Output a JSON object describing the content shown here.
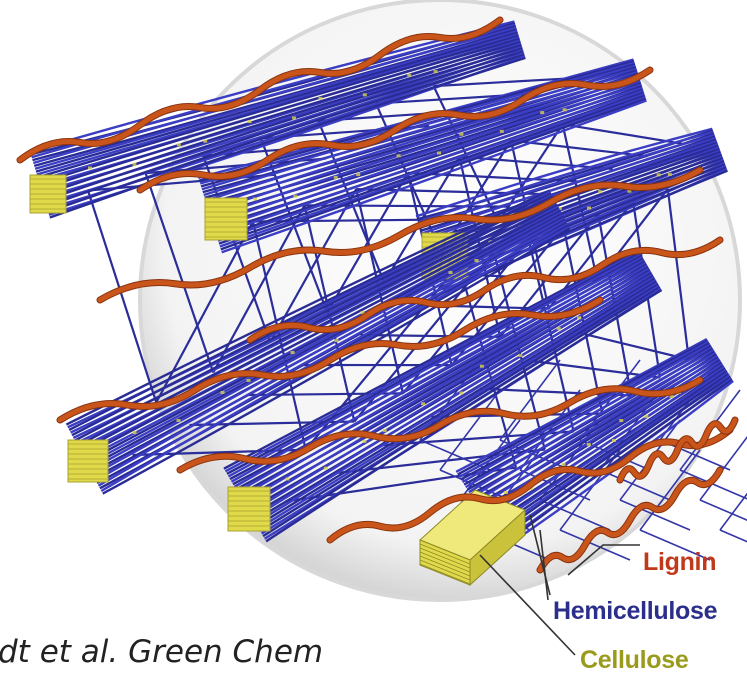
{
  "labels": {
    "lignin": "Lignin",
    "hemicellulose": "Hemicellulose",
    "cellulose": "Cellulose"
  },
  "citation": {
    "author_fragment": "dt",
    "et_al": "et al.",
    "journal": "Green Chem"
  },
  "colors": {
    "lignin": "#c9551b",
    "hemicellulose": "#2e2f9e",
    "cellulose": "#e0d94a",
    "label_lignin": "#c0391b",
    "label_hemicellulose": "#2b2e8a",
    "label_cellulose": "#9a9a1c"
  }
}
